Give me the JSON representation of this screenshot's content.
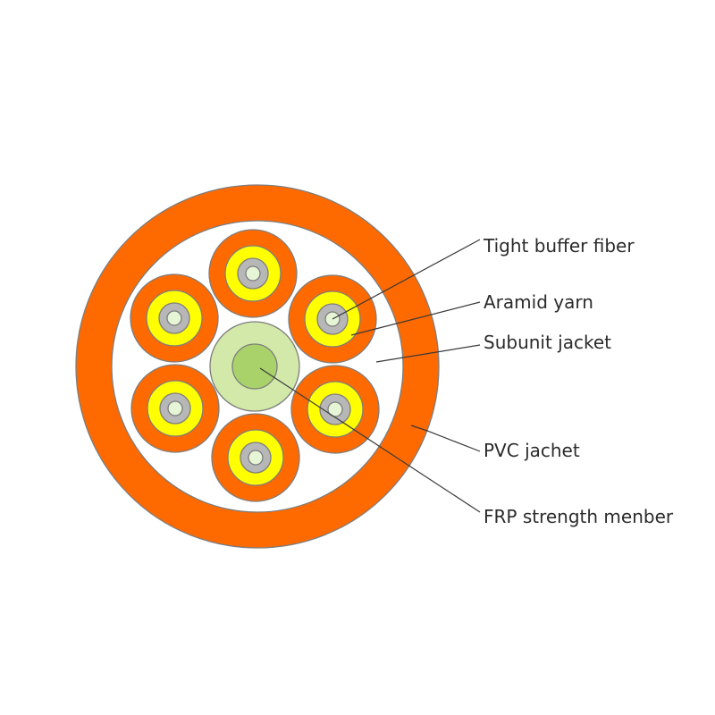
{
  "colors": {
    "pvc_jacket": "#ff6a00",
    "filler": "#ffffff",
    "subunit_jacket": "#ff6a00",
    "aramid_yarn": "#ffff00",
    "tight_buffer": "#b7b7b7",
    "fiber_core": "#e6f5d6",
    "frp_outer": "#d3e9a9",
    "frp_inner": "#a9d36a"
  },
  "labels": {
    "tight_buffer_fiber": "Tight buffer fiber",
    "aramid_yarn": "Aramid yarn",
    "subunit_jacket": "Subunit jacket",
    "pvc_jacket": "PVC jachet",
    "frp_strength_member": "FRP strength menber"
  }
}
